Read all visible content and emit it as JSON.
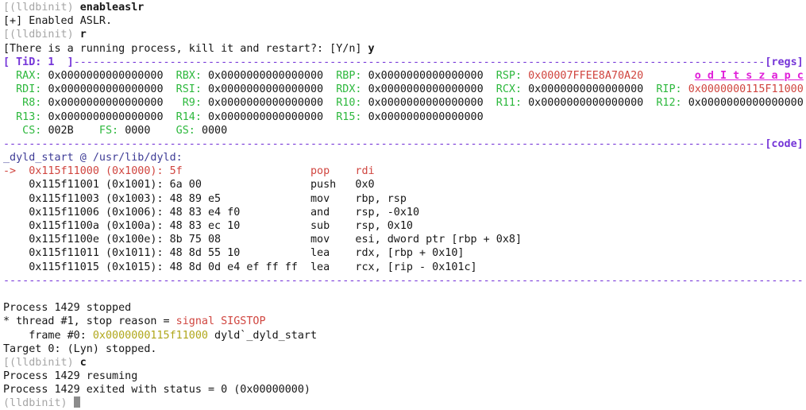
{
  "palette": {
    "fg": "#161616",
    "dim": "#a6a6a6",
    "purple": "#7535d8",
    "green": "#2db83d",
    "red": "#d0453f",
    "magenta": "#e01fd9",
    "olive": "#b0a71b",
    "indigo": "#3e3c96",
    "cursor": "#8c8c8c",
    "background": "#ffffff"
  },
  "terminal": {
    "prompt_label": "(lldbinit)",
    "lines": [
      {
        "name": "prompt-line-enableaslr",
        "interactable": false,
        "segments": [
          {
            "t": "[(lldbinit) ",
            "c": "dim",
            "n": "prompt"
          },
          {
            "t": "enableaslr",
            "c": "fg",
            "b": true,
            "n": "command-enableaslr"
          }
        ]
      },
      {
        "name": "output-aslr-enabled",
        "interactable": false,
        "segments": [
          {
            "t": "[+] Enabled ASLR.",
            "c": "fg",
            "n": "status-message"
          }
        ]
      },
      {
        "name": "prompt-line-run",
        "interactable": false,
        "segments": [
          {
            "t": "[(lldbinit) ",
            "c": "dim",
            "n": "prompt"
          },
          {
            "t": "r",
            "c": "fg",
            "b": true,
            "n": "command-run"
          }
        ]
      },
      {
        "name": "output-restart-question",
        "interactable": false,
        "segments": [
          {
            "t": "[There is a running process, kill it and restart?: [Y/n] ",
            "c": "fg",
            "n": "question-text"
          },
          {
            "t": "y",
            "c": "fg",
            "b": true,
            "n": "answer-text"
          }
        ]
      },
      {
        "name": "regs-section-header",
        "interactable": false,
        "segments": [
          {
            "t": "[ TiD: 1  ]",
            "c": "purple",
            "b": true,
            "n": "thread-id-label"
          },
          {
            "t": "-",
            "r": 108,
            "c": "purple",
            "n": "separator-dashes"
          },
          {
            "t": "[regs]",
            "c": "purple",
            "b": true,
            "n": "regs-label"
          }
        ]
      },
      {
        "name": "register-row-1",
        "interactable": false,
        "segments": [
          {
            "t": "  RAX: ",
            "c": "green",
            "n": "register-name"
          },
          {
            "t": "0x0000000000000000",
            "c": "fg",
            "n": "register-value"
          },
          {
            "t": "  RBX: ",
            "c": "green",
            "n": "register-name"
          },
          {
            "t": "0x0000000000000000",
            "c": "fg",
            "n": "register-value"
          },
          {
            "t": "  RBP: ",
            "c": "green",
            "n": "register-name"
          },
          {
            "t": "0x0000000000000000",
            "c": "fg",
            "n": "register-value"
          },
          {
            "t": "  RSP: ",
            "c": "green",
            "n": "register-name"
          },
          {
            "t": "0x00007FFEE8A70A20",
            "c": "red",
            "n": "register-value-changed"
          },
          {
            "t": "        ",
            "c": "fg",
            "n": "spacer"
          },
          {
            "t": "o d I t s z a p c",
            "c": "magenta",
            "b": true,
            "u": true,
            "n": "cpu-flags"
          }
        ]
      },
      {
        "name": "register-row-2",
        "interactable": false,
        "segments": [
          {
            "t": "  RDI: ",
            "c": "green",
            "n": "register-name"
          },
          {
            "t": "0x0000000000000000",
            "c": "fg",
            "n": "register-value"
          },
          {
            "t": "  RSI: ",
            "c": "green",
            "n": "register-name"
          },
          {
            "t": "0x0000000000000000",
            "c": "fg",
            "n": "register-value"
          },
          {
            "t": "  RDX: ",
            "c": "green",
            "n": "register-name"
          },
          {
            "t": "0x0000000000000000",
            "c": "fg",
            "n": "register-value"
          },
          {
            "t": "  RCX: ",
            "c": "green",
            "n": "register-name"
          },
          {
            "t": "0x0000000000000000",
            "c": "fg",
            "n": "register-value"
          },
          {
            "t": "  RIP: ",
            "c": "green",
            "n": "register-name"
          },
          {
            "t": "0x0000000115F11000",
            "c": "red",
            "n": "register-value-changed"
          }
        ]
      },
      {
        "name": "register-row-3",
        "interactable": false,
        "segments": [
          {
            "t": "   R8: ",
            "c": "green",
            "n": "register-name"
          },
          {
            "t": "0x0000000000000000",
            "c": "fg",
            "n": "register-value"
          },
          {
            "t": "   R9: ",
            "c": "green",
            "n": "register-name"
          },
          {
            "t": "0x0000000000000000",
            "c": "fg",
            "n": "register-value"
          },
          {
            "t": "  R10: ",
            "c": "green",
            "n": "register-name"
          },
          {
            "t": "0x0000000000000000",
            "c": "fg",
            "n": "register-value"
          },
          {
            "t": "  R11: ",
            "c": "green",
            "n": "register-name"
          },
          {
            "t": "0x0000000000000000",
            "c": "fg",
            "n": "register-value"
          },
          {
            "t": "  R12: ",
            "c": "green",
            "n": "register-name"
          },
          {
            "t": "0x0000000000000000",
            "c": "fg",
            "n": "register-value"
          }
        ]
      },
      {
        "name": "register-row-4",
        "interactable": false,
        "segments": [
          {
            "t": "  R13: ",
            "c": "green",
            "n": "register-name"
          },
          {
            "t": "0x0000000000000000",
            "c": "fg",
            "n": "register-value"
          },
          {
            "t": "  R14: ",
            "c": "green",
            "n": "register-name"
          },
          {
            "t": "0x0000000000000000",
            "c": "fg",
            "n": "register-value"
          },
          {
            "t": "  R15: ",
            "c": "green",
            "n": "register-name"
          },
          {
            "t": "0x0000000000000000",
            "c": "fg",
            "n": "register-value"
          }
        ]
      },
      {
        "name": "register-row-segments",
        "interactable": false,
        "segments": [
          {
            "t": "   CS: ",
            "c": "green",
            "n": "register-name"
          },
          {
            "t": "002B",
            "c": "fg",
            "n": "register-value"
          },
          {
            "t": "    FS: ",
            "c": "green",
            "n": "register-name"
          },
          {
            "t": "0000",
            "c": "fg",
            "n": "register-value"
          },
          {
            "t": "    GS: ",
            "c": "green",
            "n": "register-name"
          },
          {
            "t": "0000",
            "c": "fg",
            "n": "register-value"
          }
        ]
      },
      {
        "name": "code-section-header",
        "interactable": false,
        "segments": [
          {
            "t": "-",
            "r": 119,
            "c": "purple",
            "n": "separator-dashes"
          },
          {
            "t": "[code]",
            "c": "purple",
            "b": true,
            "n": "code-label"
          }
        ]
      },
      {
        "name": "symbol-context",
        "interactable": false,
        "segments": [
          {
            "t": "_dyld_start @ /usr/lib/dyld:",
            "c": "indigo",
            "n": "symbol-location"
          }
        ]
      },
      {
        "name": "disasm-line-current",
        "interactable": false,
        "segments": [
          {
            "t": "->  0x115f11000 (0x1000): 5f                    pop    rdi",
            "c": "red",
            "n": "current-instruction"
          }
        ]
      },
      {
        "name": "disasm-line",
        "interactable": false,
        "segments": [
          {
            "t": "    0x115f11001 (0x1001): 6a 00                 push   0x0",
            "c": "fg",
            "n": "instruction"
          }
        ]
      },
      {
        "name": "disasm-line",
        "interactable": false,
        "segments": [
          {
            "t": "    0x115f11003 (0x1003): 48 89 e5              mov    rbp, rsp",
            "c": "fg",
            "n": "instruction"
          }
        ]
      },
      {
        "name": "disasm-line",
        "interactable": false,
        "segments": [
          {
            "t": "    0x115f11006 (0x1006): 48 83 e4 f0           and    rsp, -0x10",
            "c": "fg",
            "n": "instruction"
          }
        ]
      },
      {
        "name": "disasm-line",
        "interactable": false,
        "segments": [
          {
            "t": "    0x115f1100a (0x100a): 48 83 ec 10           sub    rsp, 0x10",
            "c": "fg",
            "n": "instruction"
          }
        ]
      },
      {
        "name": "disasm-line",
        "interactable": false,
        "segments": [
          {
            "t": "    0x115f1100e (0x100e): 8b 75 08              mov    esi, dword ptr [rbp + 0x8]",
            "c": "fg",
            "n": "instruction"
          }
        ]
      },
      {
        "name": "disasm-line",
        "interactable": false,
        "segments": [
          {
            "t": "    0x115f11011 (0x1011): 48 8d 55 10           lea    rdx, [rbp + 0x10]",
            "c": "fg",
            "n": "instruction"
          }
        ]
      },
      {
        "name": "disasm-line",
        "interactable": false,
        "segments": [
          {
            "t": "    0x115f11015 (0x1015): 48 8d 0d e4 ef ff ff  lea    rcx, [rip - 0x101c]",
            "c": "fg",
            "n": "instruction"
          }
        ]
      },
      {
        "name": "section-footer-separator",
        "interactable": false,
        "segments": [
          {
            "t": "-",
            "r": 125,
            "c": "purple",
            "n": "separator-dashes"
          }
        ]
      },
      {
        "name": "blank-line",
        "interactable": false,
        "segments": []
      },
      {
        "name": "output-process-stopped",
        "interactable": false,
        "segments": [
          {
            "t": "Process 1429 stopped",
            "c": "fg",
            "n": "process-status"
          }
        ]
      },
      {
        "name": "output-thread-stop-reason",
        "interactable": false,
        "segments": [
          {
            "t": "* thread #1, stop reason = ",
            "c": "fg",
            "n": "thread-info"
          },
          {
            "t": "signal SIGSTOP",
            "c": "red",
            "n": "stop-reason"
          }
        ]
      },
      {
        "name": "output-frame-info",
        "interactable": false,
        "segments": [
          {
            "t": "    frame #0: ",
            "c": "fg",
            "n": "frame-label"
          },
          {
            "t": "0x0000000115f11000",
            "c": "olive",
            "n": "frame-address"
          },
          {
            "t": " dyld`_dyld_start",
            "c": "fg",
            "n": "frame-symbol"
          }
        ]
      },
      {
        "name": "output-target-stopped",
        "interactable": false,
        "segments": [
          {
            "t": "Target 0: (Lyn) stopped.",
            "c": "fg",
            "n": "target-status"
          }
        ]
      },
      {
        "name": "prompt-line-continue",
        "interactable": false,
        "segments": [
          {
            "t": "[(lldbinit) ",
            "c": "dim",
            "n": "prompt"
          },
          {
            "t": "c",
            "c": "fg",
            "b": true,
            "n": "command-continue"
          }
        ]
      },
      {
        "name": "output-process-resuming",
        "interactable": false,
        "segments": [
          {
            "t": "Process 1429 resuming",
            "c": "fg",
            "n": "process-status"
          }
        ]
      },
      {
        "name": "output-process-exited",
        "interactable": false,
        "segments": [
          {
            "t": "Process 1429 exited with status = 0 (0x00000000)",
            "c": "fg",
            "n": "process-status"
          }
        ]
      },
      {
        "name": "prompt-line-active",
        "interactable": true,
        "segments": [
          {
            "t": "(lldbinit) ",
            "c": "dim",
            "n": "prompt"
          },
          {
            "cursor": true,
            "n": "terminal-cursor"
          }
        ]
      }
    ]
  }
}
